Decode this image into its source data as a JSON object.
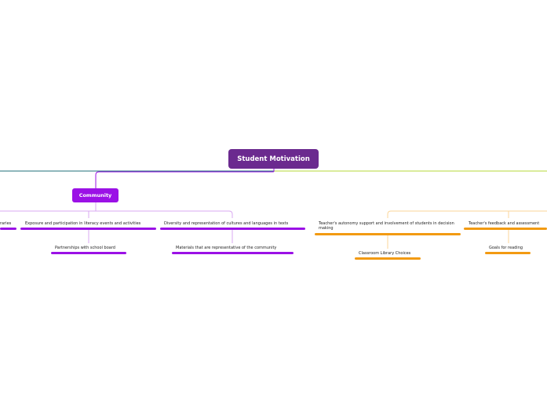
{
  "root": {
    "label": "Student Motivation"
  },
  "community": {
    "label": "Community",
    "topics": [
      {
        "label": "raries"
      },
      {
        "label": "Exposure and participation in literacy events and activities",
        "child": "Partnerships with school board"
      },
      {
        "label": "Diversity and representation of cultures and languages in texts",
        "child": "Materials that are representative of the community"
      }
    ]
  },
  "teacher": {
    "topics": [
      {
        "label": "Teacher's autonomy support and involvement of students in decision making",
        "child": "Classroom Library Choices"
      },
      {
        "label": "Teacher's feedback and assessment",
        "child": "Goals for reading"
      }
    ]
  },
  "colors": {
    "root": "#6b2a8f",
    "community": "#9b11e6",
    "community_light": "#d9a8f0",
    "teacher": "#f29a12",
    "teacher_light": "#fbd69a",
    "left_branch": "#1f6f7a",
    "right_branch": "#b6d93a"
  }
}
